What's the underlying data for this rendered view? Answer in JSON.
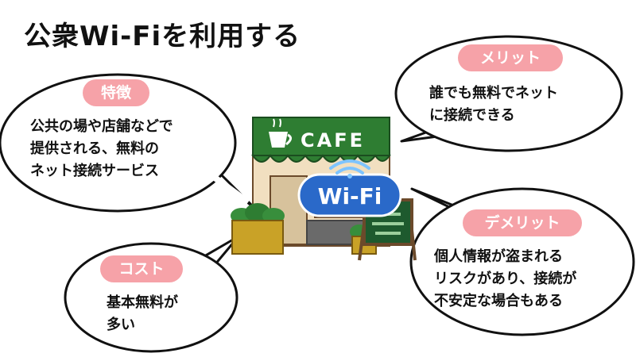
{
  "title": "公衆Wi-Fiを利用する",
  "colors": {
    "pill": "#f6a2a8",
    "awning": "#2e7d32",
    "wifi_badge": "#2a69c9"
  },
  "store": {
    "sign": "CAFE",
    "badge": "Wi-Fi"
  },
  "bubbles": {
    "feature": {
      "label": "特徴",
      "lines": [
        "公共の場や店舗などで",
        "提供される、無料の",
        "ネット接続サービス"
      ]
    },
    "merit": {
      "label": "メリット",
      "lines": [
        "誰でも無料でネット",
        "に接続できる"
      ]
    },
    "cost": {
      "label": "コスト",
      "lines": [
        "基本無料が",
        "多い"
      ]
    },
    "demerit": {
      "label": "デメリット",
      "lines": [
        "個人情報が盗まれる",
        "リスクがあり、接続が",
        "不安定な場合もある"
      ]
    }
  }
}
